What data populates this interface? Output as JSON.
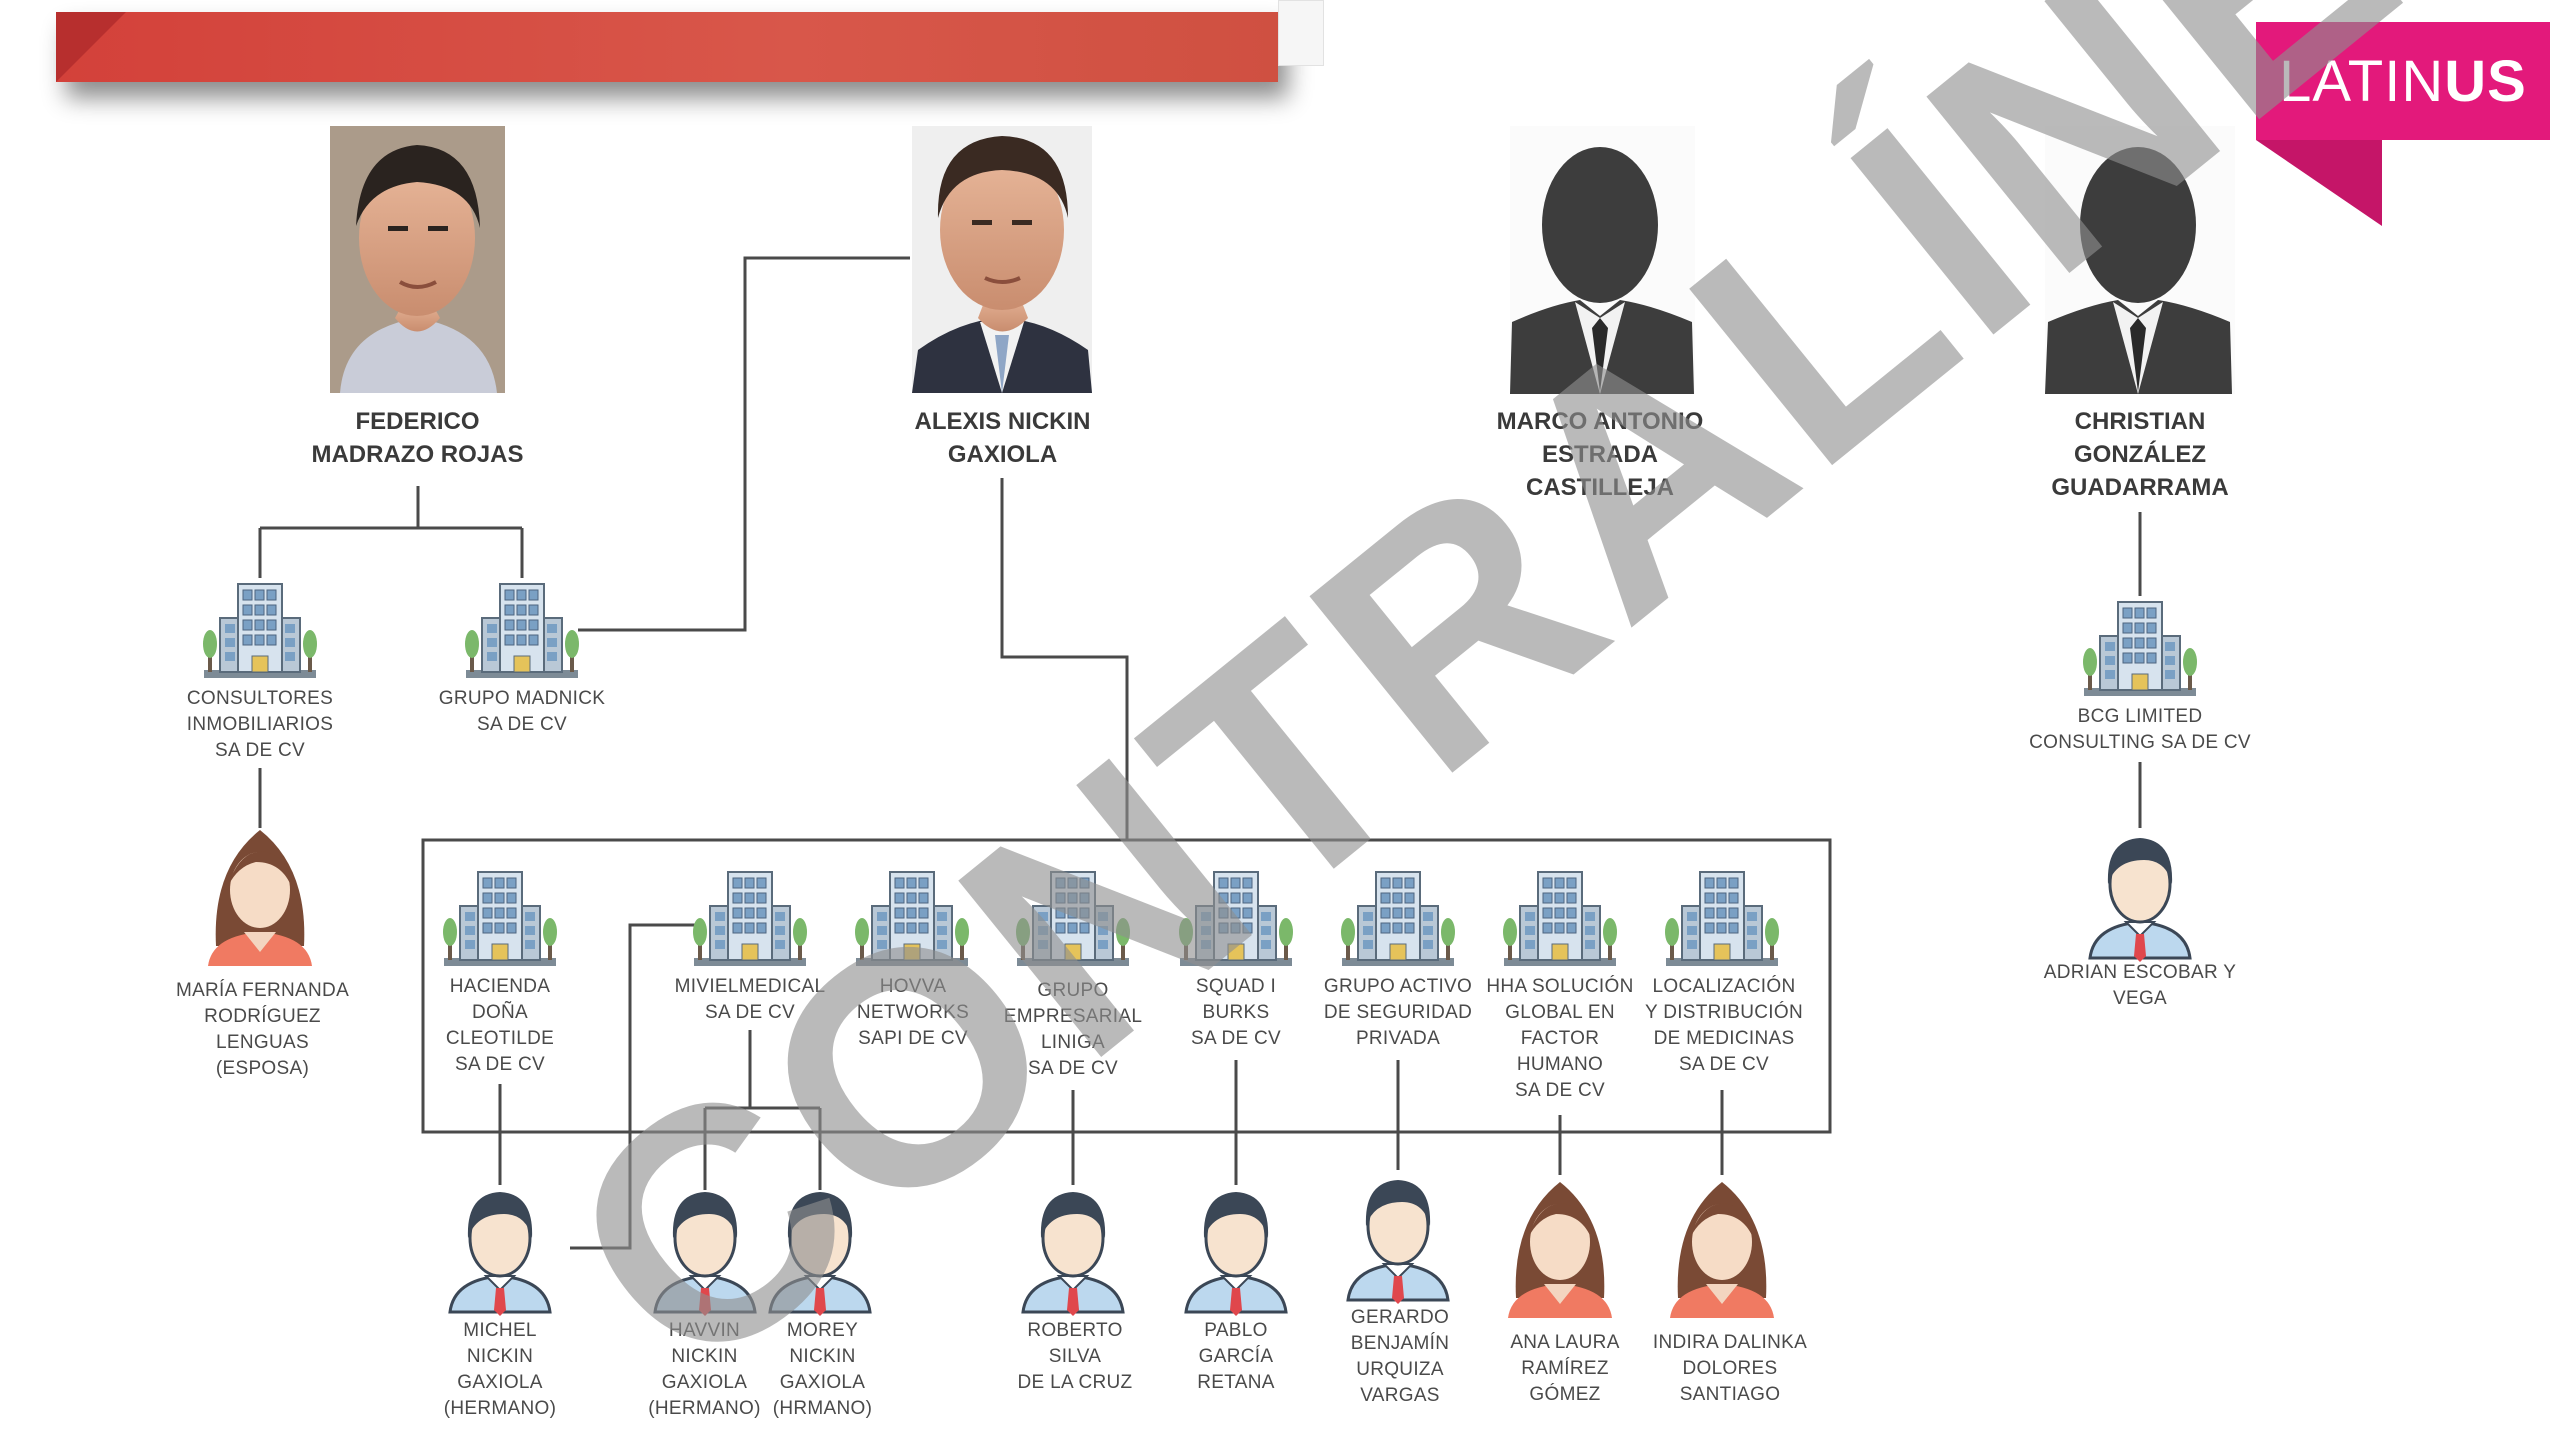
{
  "brand": {
    "prefix": "LATIN",
    "suffix": "US",
    "color": "#e3197b"
  },
  "watermark": {
    "text": "CONTRALÍNEA",
    "color": "#8c8c8c"
  },
  "people": [
    {
      "id": "federico",
      "lines": [
        "FEDERICO",
        "MADRAZO ROJAS"
      ],
      "photo": "photo"
    },
    {
      "id": "alexis",
      "lines": [
        "ALEXIS NICKIN",
        "GAXIOLA"
      ],
      "photo": "photo"
    },
    {
      "id": "marco",
      "lines": [
        "MARCO ANTONIO",
        "ESTRADA",
        "CASTILLEJA"
      ],
      "photo": "silhouette"
    },
    {
      "id": "christian",
      "lines": [
        "CHRISTIAN",
        "GONZÁLEZ",
        "GUADARRAMA"
      ],
      "photo": "silhouette"
    }
  ],
  "companies": [
    {
      "id": "consultores",
      "lines": [
        "CONSULTORES",
        "INMOBILIARIOS",
        "SA DE CV"
      ]
    },
    {
      "id": "madnick",
      "lines": [
        "GRUPO MADNICK",
        "SA DE CV"
      ]
    },
    {
      "id": "bcg",
      "lines": [
        "BCG LIMITED",
        "CONSULTING SA DE CV"
      ]
    },
    {
      "id": "hacienda",
      "lines": [
        "HACIENDA",
        "DOÑA",
        "CLEOTILDE",
        "SA DE CV"
      ]
    },
    {
      "id": "mivielmedical",
      "lines": [
        "MIVIELMEDICAL",
        "SA DE CV"
      ]
    },
    {
      "id": "hovva",
      "lines": [
        "HOVVA",
        "NETWORKS",
        "SAPI DE CV"
      ]
    },
    {
      "id": "liniga",
      "lines": [
        "GRUPO",
        "EMPRESARIAL",
        "LINIGA",
        "SA DE CV"
      ]
    },
    {
      "id": "squad",
      "lines": [
        "SQUAD I",
        "BURKS",
        "SA DE CV"
      ]
    },
    {
      "id": "activo",
      "lines": [
        "GRUPO ACTIVO",
        "DE SEGURIDAD",
        "PRIVADA"
      ]
    },
    {
      "id": "hha",
      "lines": [
        "HHA SOLUCIÓN",
        "GLOBAL EN",
        "FACTOR",
        "HUMANO",
        "SA DE CV"
      ]
    },
    {
      "id": "localizacion",
      "lines": [
        "LOCALIZACIÓN",
        "Y DISTRIBUCIÓN",
        "DE MEDICINAS",
        "SA DE CV"
      ]
    }
  ],
  "associates": [
    {
      "id": "maria",
      "gender": "female",
      "lines": [
        "MARÍA FERNANDA",
        "RODRÍGUEZ",
        "LENGUAS",
        "(ESPOSA)"
      ]
    },
    {
      "id": "adrian",
      "gender": "male",
      "lines": [
        "ADRIAN ESCOBAR Y",
        "VEGA"
      ]
    },
    {
      "id": "michel",
      "gender": "male",
      "lines": [
        "MICHEL",
        "NICKIN",
        "GAXIOLA",
        "(HERMANO)"
      ]
    },
    {
      "id": "havvin",
      "gender": "male",
      "lines": [
        "HAVVIN",
        "NICKIN",
        "GAXIOLA",
        "(HERMANO)"
      ]
    },
    {
      "id": "morey",
      "gender": "male",
      "lines": [
        "MOREY",
        "NICKIN",
        "GAXIOLA",
        "(HRMANO)"
      ]
    },
    {
      "id": "roberto",
      "gender": "male",
      "lines": [
        "ROBERTO",
        "SILVA",
        "DE LA CRUZ"
      ]
    },
    {
      "id": "pablo",
      "gender": "male",
      "lines": [
        "PABLO",
        "GARCÍA",
        "RETANA"
      ]
    },
    {
      "id": "gerardo",
      "gender": "male",
      "lines": [
        "GERARDO",
        "BENJAMÍN",
        "URQUIZA",
        "VARGAS"
      ]
    },
    {
      "id": "ana",
      "gender": "female",
      "lines": [
        "ANA LAURA",
        "RAMÍREZ",
        "GÓMEZ"
      ]
    },
    {
      "id": "indira",
      "gender": "female",
      "lines": [
        "INDIRA DALINKA",
        "DOLORES",
        "SANTIAGO"
      ]
    }
  ],
  "connections": [
    [
      "federico",
      "consultores"
    ],
    [
      "federico",
      "madnick"
    ],
    [
      "alexis",
      "madnick"
    ],
    [
      "alexis",
      "company-group"
    ],
    [
      "christian",
      "bcg"
    ],
    [
      "consultores",
      "maria"
    ],
    [
      "bcg",
      "adrian"
    ],
    [
      "hacienda",
      "michel"
    ],
    [
      "mivielmedical",
      "michel"
    ],
    [
      "mivielmedical",
      "havvin"
    ],
    [
      "mivielmedical",
      "morey"
    ],
    [
      "liniga",
      "roberto"
    ],
    [
      "squad",
      "pablo"
    ],
    [
      "activo",
      "gerardo"
    ],
    [
      "hha",
      "ana"
    ],
    [
      "localizacion",
      "indira"
    ]
  ]
}
